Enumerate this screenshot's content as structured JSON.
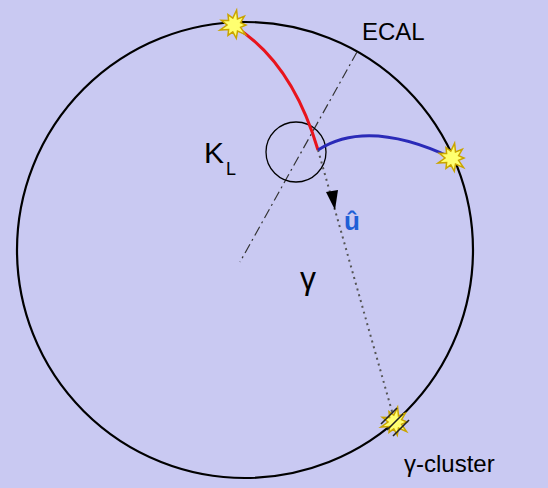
{
  "diagram": {
    "labels": [
      "ECAL",
      "K",
      "L",
      "û",
      "γ",
      "γ-cluster"
    ]
  }
}
